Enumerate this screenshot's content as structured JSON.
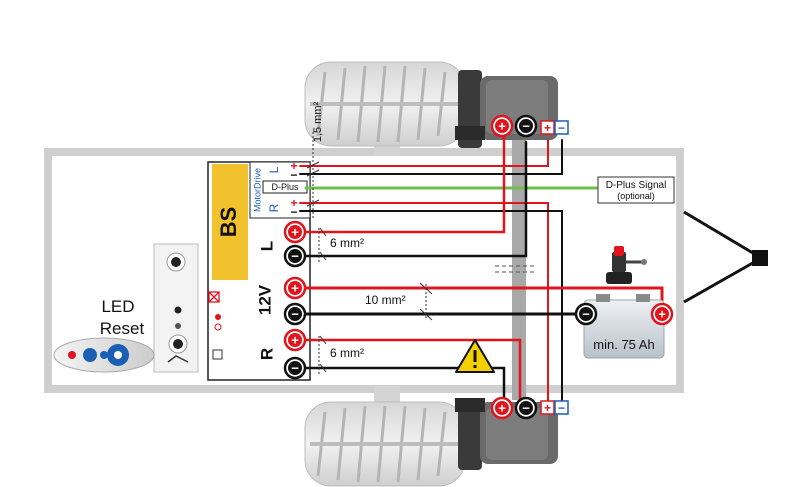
{
  "control_unit": {
    "label": "BS",
    "motordrive_label": "MotorDrive",
    "dplus_label": "D-Plus",
    "channel_l": "L",
    "channel_r": "R",
    "out_l": "L",
    "out_12v": "12V",
    "out_r": "R"
  },
  "cables": {
    "signal_gauge": "1,5 mm²",
    "motor_l_gauge": "6 mm²",
    "motor_r_gauge": "6 mm²",
    "battery_gauge": "10 mm²"
  },
  "dplus_signal": {
    "line1": "D-Plus Signal",
    "line2": "(optional)"
  },
  "battery": {
    "label": "min. 75 Ah"
  },
  "remote": {
    "led_label": "LED",
    "reset_label": "Reset"
  },
  "symbols": {
    "plus": "+",
    "minus": "−"
  },
  "colors": {
    "positive_wire": "#e0141c",
    "negative_wire": "#111111",
    "dplus_wire": "#6cc04a",
    "control_box": "#f2c12e",
    "signal_plus": "#e0141c",
    "signal_minus": "#1a5fb4"
  }
}
